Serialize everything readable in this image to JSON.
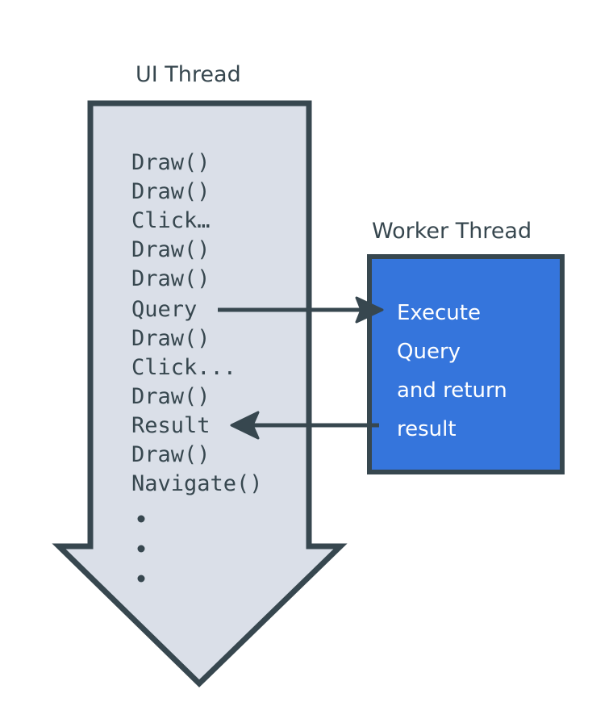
{
  "diagram": {
    "title": "UI Thread and Worker Thread interaction",
    "colors": {
      "outline": "#37474F",
      "ui_thread_fill": "#DADFE8",
      "worker_fill": "#3575DC",
      "worker_text": "#FFFFFF",
      "code_text": "#37474F",
      "connector": "#37474F",
      "background": "#FFFFFF"
    }
  },
  "ui_thread": {
    "title": "UI Thread",
    "shape": "down-arrow",
    "lines": [
      "Draw()",
      "Draw()",
      "Click…",
      "Draw()",
      "Draw()",
      "Query",
      "Draw()",
      "Click...",
      "Draw()",
      "Result",
      "Draw()",
      "Navigate()"
    ],
    "continuation_dots": [
      "•",
      "•",
      "•"
    ]
  },
  "worker_thread": {
    "title": "Worker Thread",
    "shape": "rectangle",
    "lines": [
      "Execute",
      "Query",
      "and return",
      "result"
    ]
  },
  "connectors": [
    {
      "name": "query-connector",
      "from": "Query",
      "to": "Worker Thread",
      "direction": "right",
      "label": ""
    },
    {
      "name": "result-connector",
      "from": "Worker Thread",
      "to": "Result",
      "direction": "left",
      "label": ""
    }
  ]
}
